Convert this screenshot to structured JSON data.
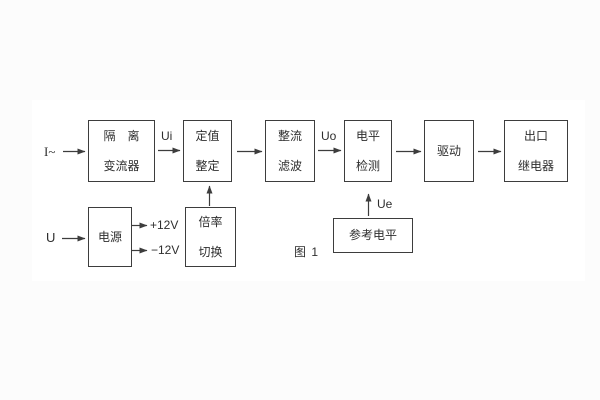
{
  "window": {
    "background": "#fcfcfc",
    "panel_background": "#ffffff"
  },
  "colors": {
    "line": "#3d3d3d",
    "text": "#2e2e2e"
  },
  "diagram": {
    "caption": "图 1",
    "input_current_label": "I~",
    "input_voltage_label": "U",
    "signal_ui": "Ui",
    "signal_uo": "Uo",
    "signal_ue": "Ue",
    "rail_positive": "+12V",
    "rail_negative": "−12V",
    "blocks": {
      "isolation_transformer": {
        "line1": "隔　离",
        "line2": "变流器"
      },
      "setting_adjust": {
        "line1": "定值",
        "line2": "整定"
      },
      "rectify_filter": {
        "line1": "整流",
        "line2": "滤波"
      },
      "level_detect": {
        "line1": "电平",
        "line2": "检测"
      },
      "drive": {
        "line1": "驱动"
      },
      "output_relay": {
        "line1": "出口",
        "line2": "继电器"
      },
      "power_supply": {
        "line1": "电源"
      },
      "ratio_switch": {
        "line1": "倍率",
        "line2": "切换"
      },
      "reference_level": {
        "line1": "参考电平"
      }
    }
  }
}
